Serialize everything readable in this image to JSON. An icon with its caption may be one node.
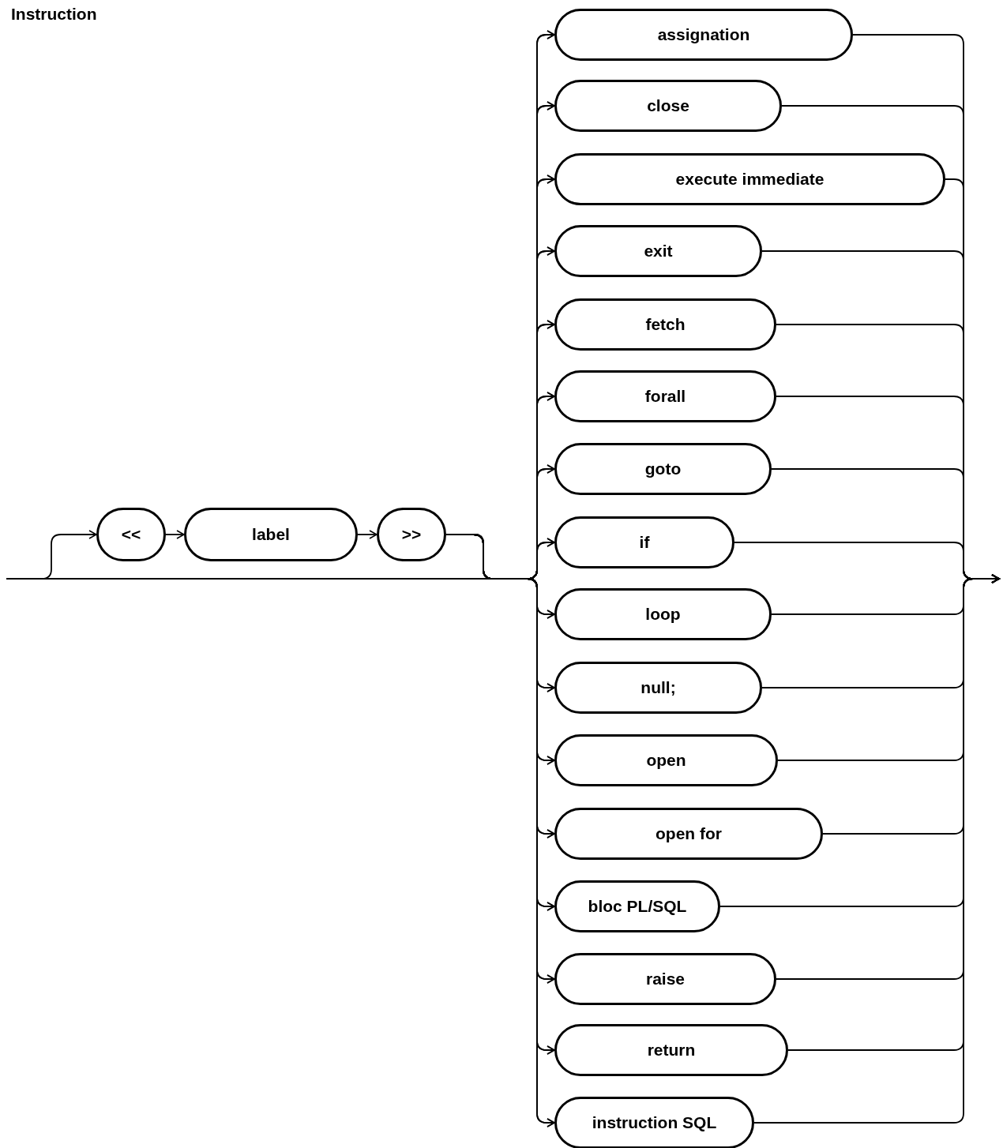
{
  "diagram": {
    "title": "Instruction",
    "nodes": [
      {
        "text": [
          "<<"
        ]
      },
      {
        "text": [
          "label"
        ]
      },
      {
        "text": [
          ">>"
        ]
      },
      {
        "text": [
          "assignation"
        ]
      },
      {
        "text": [
          "close"
        ]
      },
      {
        "text": [
          "execute immediate"
        ]
      },
      {
        "text": [
          "exit"
        ]
      },
      {
        "text": [
          "fetch"
        ]
      },
      {
        "text": [
          "forall"
        ]
      },
      {
        "text": [
          "goto"
        ]
      },
      {
        "text": [
          "if"
        ]
      },
      {
        "text": [
          "loop"
        ]
      },
      {
        "text": [
          "null;"
        ]
      },
      {
        "text": [
          "open"
        ]
      },
      {
        "text": [
          "open for"
        ]
      },
      {
        "text": [
          "bloc PL/SQL"
        ]
      },
      {
        "text": [
          "raise"
        ]
      },
      {
        "text": [
          "return"
        ]
      },
      {
        "text": [
          "instruction SQL"
        ]
      }
    ],
    "edges": [
      {
        "from": null,
        "to": 0,
        "arrow": "to"
      },
      {
        "from": 0,
        "to": 1,
        "arrow": "to"
      },
      {
        "from": 1,
        "to": 2,
        "arrow": "to"
      },
      {
        "from": 2,
        "to": 3,
        "arrow": "to"
      },
      {
        "from": 2,
        "to": 4,
        "arrow": "to"
      },
      {
        "from": 2,
        "to": 5,
        "arrow": "to"
      },
      {
        "from": 2,
        "to": 6,
        "arrow": "to"
      },
      {
        "from": 2,
        "to": 7,
        "arrow": "to"
      },
      {
        "from": 2,
        "to": 8,
        "arrow": "to"
      },
      {
        "from": 2,
        "to": 9,
        "arrow": "to"
      },
      {
        "from": 2,
        "to": 10,
        "arrow": "to"
      },
      {
        "from": 2,
        "to": 11,
        "arrow": "to"
      },
      {
        "from": 2,
        "to": 12,
        "arrow": "to"
      },
      {
        "from": 2,
        "to": 13,
        "arrow": "to"
      },
      {
        "from": 2,
        "to": 14,
        "arrow": "to"
      },
      {
        "from": 2,
        "to": 15,
        "arrow": "to"
      },
      {
        "from": 2,
        "to": 16,
        "arrow": "to"
      },
      {
        "from": 2,
        "to": 17,
        "arrow": "to"
      },
      {
        "from": 2,
        "to": 18,
        "arrow": "to"
      },
      {
        "from": null,
        "to": 3,
        "arrow": "to"
      },
      {
        "from": null,
        "to": 4,
        "arrow": "to"
      },
      {
        "from": null,
        "to": 5,
        "arrow": "to"
      },
      {
        "from": null,
        "to": 6,
        "arrow": "to"
      },
      {
        "from": null,
        "to": 7,
        "arrow": "to"
      },
      {
        "from": null,
        "to": 8,
        "arrow": "to"
      },
      {
        "from": null,
        "to": 9,
        "arrow": "to"
      },
      {
        "from": null,
        "to": 10,
        "arrow": "to"
      },
      {
        "from": null,
        "to": 11,
        "arrow": "to"
      },
      {
        "from": null,
        "to": 12,
        "arrow": "to"
      },
      {
        "from": null,
        "to": 13,
        "arrow": "to"
      },
      {
        "from": null,
        "to": 14,
        "arrow": "to"
      },
      {
        "from": null,
        "to": 15,
        "arrow": "to"
      },
      {
        "from": null,
        "to": 16,
        "arrow": "to"
      },
      {
        "from": null,
        "to": 17,
        "arrow": "to"
      },
      {
        "from": null,
        "to": 18,
        "arrow": "to"
      },
      {
        "from": 3,
        "to": null,
        "arrow": "to"
      },
      {
        "from": 4,
        "to": null,
        "arrow": "to"
      },
      {
        "from": 5,
        "to": null,
        "arrow": "to"
      },
      {
        "from": 6,
        "to": null,
        "arrow": "to"
      },
      {
        "from": 7,
        "to": null,
        "arrow": "to"
      },
      {
        "from": 8,
        "to": null,
        "arrow": "to"
      },
      {
        "from": 9,
        "to": null,
        "arrow": "to"
      },
      {
        "from": 10,
        "to": null,
        "arrow": "to"
      },
      {
        "from": 11,
        "to": null,
        "arrow": "to"
      },
      {
        "from": 12,
        "to": null,
        "arrow": "to"
      },
      {
        "from": 13,
        "to": null,
        "arrow": "to"
      },
      {
        "from": 14,
        "to": null,
        "arrow": "to"
      },
      {
        "from": 15,
        "to": null,
        "arrow": "to"
      },
      {
        "from": 16,
        "to": null,
        "arrow": "to"
      },
      {
        "from": 17,
        "to": null,
        "arrow": "to"
      },
      {
        "from": 18,
        "to": null,
        "arrow": "to"
      }
    ]
  }
}
